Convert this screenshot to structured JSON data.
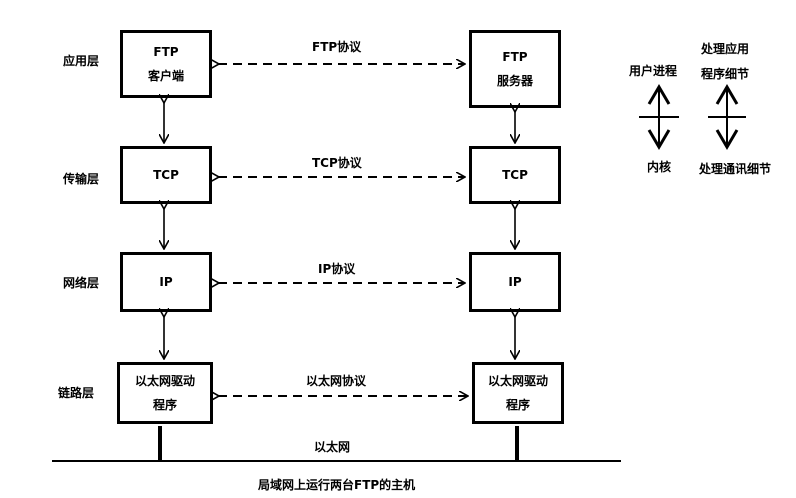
{
  "layers": [
    {
      "label": "应用层",
      "left_box": [
        "FTP",
        "客户端"
      ],
      "right_box": [
        "FTP",
        "服务器"
      ],
      "protocol": "FTP协议"
    },
    {
      "label": "传输层",
      "left_box": [
        "TCP"
      ],
      "right_box": [
        "TCP"
      ],
      "protocol": "TCP协议"
    },
    {
      "label": "网络层",
      "left_box": [
        "IP"
      ],
      "right_box": [
        "IP"
      ],
      "protocol": "IP协议"
    },
    {
      "label": "链路层",
      "left_box": [
        "以太网驱动",
        "程序"
      ],
      "right_box": [
        "以太网驱动",
        "程序"
      ],
      "protocol": "以太网协议"
    }
  ],
  "ethernet_label": "以太网",
  "caption": "局域网上运行两台FTP的主机",
  "legend": {
    "left": {
      "top": "用户进程",
      "bottom": "内核"
    },
    "right": {
      "top_line1": "处理应用",
      "top_line2": "程序细节",
      "bottom": "处理通讯细节"
    }
  }
}
